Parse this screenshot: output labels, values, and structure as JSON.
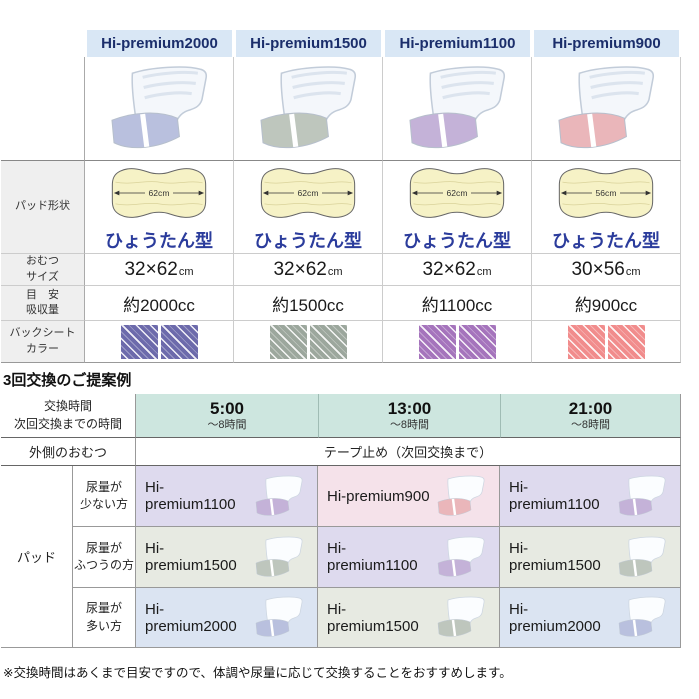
{
  "products": {
    "row_labels": {
      "shape": "パッド形状",
      "size_l1": "おむつ",
      "size_l2": "サイズ",
      "absorb_l1": "目　安",
      "absorb_l2": "吸収量",
      "backsheet_l1": "バックシート",
      "backsheet_l2": "カラー"
    },
    "columns": [
      {
        "name": "Hi-premium2000",
        "pad_width_label": "62cm",
        "shape": "ひょうたん型",
        "size": "32×62",
        "size_unit": "cm",
        "absorbency": "約2000cc",
        "backsheet_color": "#6c6aab",
        "band_color": "#b9c0de",
        "tint": "#dbe4f2"
      },
      {
        "name": "Hi-premium1500",
        "pad_width_label": "62cm",
        "shape": "ひょうたん型",
        "size": "32×62",
        "size_unit": "cm",
        "absorbency": "約1500cc",
        "backsheet_color": "#9ca79d",
        "band_color": "#bec6bd",
        "tint": "#e7eae2"
      },
      {
        "name": "Hi-premium1100",
        "pad_width_label": "62cm",
        "shape": "ひょうたん型",
        "size": "32×62",
        "size_unit": "cm",
        "absorbency": "約1100cc",
        "backsheet_color": "#a574bc",
        "band_color": "#c4b2d8",
        "tint": "#dedaee"
      },
      {
        "name": "Hi-premium900",
        "pad_width_label": "56cm",
        "shape": "ひょうたん型",
        "size": "30×56",
        "size_unit": "cm",
        "absorbency": "約900cc",
        "backsheet_color": "#f18c8c",
        "band_color": "#eab6ba",
        "tint": "#f5e2ea"
      }
    ]
  },
  "schedule": {
    "title": "3回交換のご提案例",
    "time_header_l1": "交換時間",
    "time_header_l2": "次回交換までの時間",
    "times": [
      {
        "time": "5:00",
        "duration": "～8時間"
      },
      {
        "time": "13:00",
        "duration": "～8時間"
      },
      {
        "time": "21:00",
        "duration": "～8時間"
      }
    ],
    "outer_label": "外側のおむつ",
    "outer_value": "テープ止め（次回交換まで）",
    "pad_label": "パッド",
    "rows": [
      {
        "label_l1": "尿量が",
        "label_l2": "少ない方",
        "cells": [
          {
            "name": "Hi-premium1100",
            "tint": "#dedaee",
            "band_color": "#c4b2d8"
          },
          {
            "name": "Hi-premium900",
            "tint": "#f5e2ea",
            "band_color": "#eab6ba"
          },
          {
            "name": "Hi-premium1100",
            "tint": "#dedaee",
            "band_color": "#c4b2d8"
          }
        ]
      },
      {
        "label_l1": "尿量が",
        "label_l2": "ふつうの方",
        "cells": [
          {
            "name": "Hi-premium1500",
            "tint": "#e7eae2",
            "band_color": "#bec6bd"
          },
          {
            "name": "Hi-premium1100",
            "tint": "#dedaee",
            "band_color": "#c4b2d8"
          },
          {
            "name": "Hi-premium1500",
            "tint": "#e7eae2",
            "band_color": "#bec6bd"
          }
        ]
      },
      {
        "label_l1": "尿量が",
        "label_l2": "多い方",
        "cells": [
          {
            "name": "Hi-premium2000",
            "tint": "#dbe4f2",
            "band_color": "#b9c0de"
          },
          {
            "name": "Hi-premium1500",
            "tint": "#e7eae2",
            "band_color": "#bec6bd"
          },
          {
            "name": "Hi-premium2000",
            "tint": "#dbe4f2",
            "band_color": "#b9c0de"
          }
        ]
      }
    ]
  },
  "footnote": "※交換時間はあくまで目安ですので、体調や尿量に応じて交換することをおすすめします。"
}
